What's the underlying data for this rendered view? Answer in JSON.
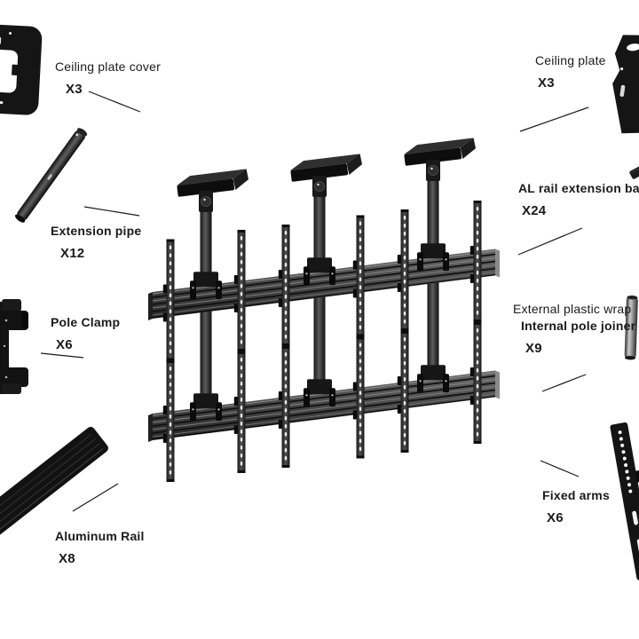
{
  "diagram": {
    "background_color": "#ffffff",
    "text_color": "#1a1a1a",
    "part_color": "#141414",
    "rail_color": "#4a4a4a",
    "metal_color": "#c4c4c4",
    "labels": {
      "ceiling_plate_cover": {
        "name": "Ceiling plate cover",
        "qty": "X3"
      },
      "extension_pipe": {
        "name": "Extension pipe",
        "qty": "X12"
      },
      "pole_clamp": {
        "name": "Pole Clamp",
        "qty": "X6"
      },
      "aluminum_rail": {
        "name": "Aluminum Rail",
        "qty": "X8"
      },
      "ceiling_plate": {
        "name": "Ceiling plate",
        "qty": "X3"
      },
      "al_rail_extension_bars": {
        "name": "AL rail extension bars",
        "qty": "X24"
      },
      "pole_joiner": {
        "name_line1": "External plastic wrap",
        "name_line2": "Internal pole joiner",
        "qty": "X9"
      },
      "fixed_arms": {
        "name": "Fixed arms",
        "qty": "X6"
      }
    }
  }
}
